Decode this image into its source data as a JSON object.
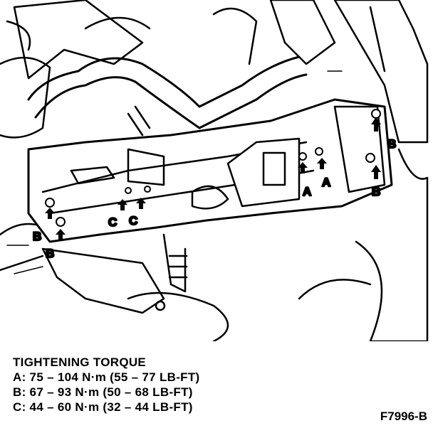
{
  "callouts": {
    "b_top_right": "B",
    "b_lower_right": "B",
    "a_left": "A",
    "a_right": "A",
    "c_left": "C",
    "c_right": "C",
    "b_left_upper": "B",
    "b_left_lower": "B"
  },
  "torque": {
    "heading": "TIGHTENING TORQUE",
    "line_a": "A: 75 – 104 N·m (55 – 77 LB-FT)",
    "line_b": "B: 67 – 93 N·m (50 – 68 LB-FT)",
    "line_c": "C: 44 – 60 N·m (32 – 44 LB-FT)"
  },
  "figure_id": "F7996-B"
}
